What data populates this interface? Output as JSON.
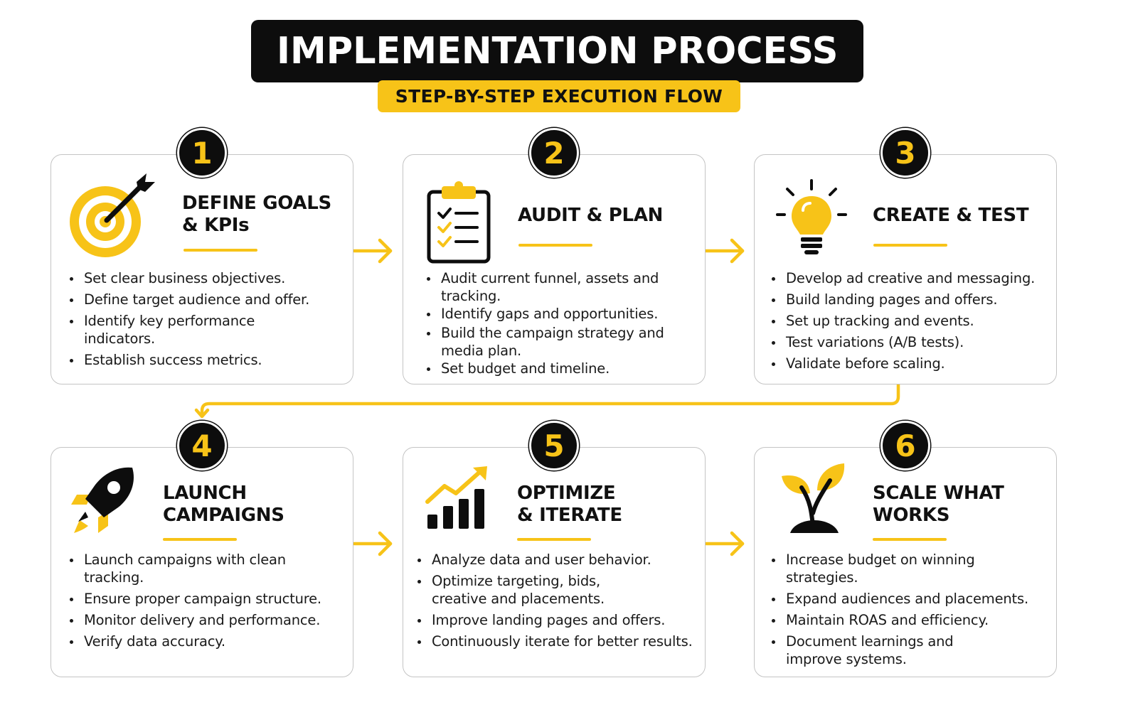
{
  "header": {
    "title": "IMPLEMENTATION PROCESS",
    "subtitle": "STEP-BY-STEP EXECUTION FLOW"
  },
  "colors": {
    "accent": "#f7c318",
    "dark": "#0d0d0d",
    "border": "#c4c4c4"
  },
  "steps": [
    {
      "number": "1",
      "icon": "target-icon",
      "title": "DEFINE GOALS\n& KPIs",
      "bullets": [
        "Set clear business objectives.",
        "Define target audience and offer.",
        "Identify key performance indicators.",
        "Establish success metrics."
      ]
    },
    {
      "number": "2",
      "icon": "clipboard-icon",
      "title": "AUDIT & PLAN",
      "bullets": [
        "Audit current funnel, assets and tracking.",
        "Identify gaps and opportunities.",
        "Build the campaign strategy and media plan.",
        "Set budget and timeline."
      ]
    },
    {
      "number": "3",
      "icon": "lightbulb-icon",
      "title": "CREATE & TEST",
      "bullets": [
        "Develop ad creative and messaging.",
        "Build landing pages and offers.",
        "Set up tracking and events.",
        "Test variations (A/B tests).",
        "Validate before scaling."
      ]
    },
    {
      "number": "4",
      "icon": "rocket-icon",
      "title": "LAUNCH\nCAMPAIGNS",
      "bullets": [
        "Launch campaigns with clean tracking.",
        "Ensure proper campaign structure.",
        "Monitor delivery and performance.",
        "Verify data accuracy."
      ]
    },
    {
      "number": "5",
      "icon": "growth-chart-icon",
      "title": "OPTIMIZE\n& ITERATE",
      "bullets": [
        "Analyze data and user behavior.",
        "Optimize targeting, bids, creative and placements.",
        "Improve landing pages and offers.",
        "Continuously iterate for better results."
      ]
    },
    {
      "number": "6",
      "icon": "sprout-icon",
      "title": "SCALE WHAT\nWORKS",
      "bullets": [
        "Increase budget on winning strategies.",
        "Expand audiences and placements.",
        "Maintain ROAS and efficiency.",
        "Document learnings and improve systems."
      ]
    }
  ]
}
